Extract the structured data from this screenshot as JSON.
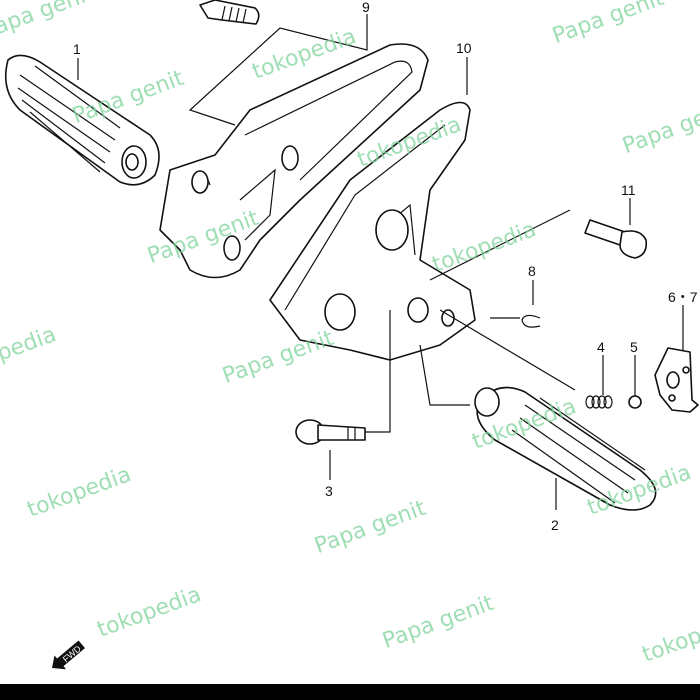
{
  "labels": {
    "p1": "1",
    "p2": "2",
    "p3": "3",
    "p4": "4",
    "p5": "5",
    "p67": "6・7",
    "p8": "8",
    "p9": "9",
    "p10": "10",
    "p11": "11"
  },
  "fwd_label": "FWD",
  "watermarks": {
    "tokopedia": "tokopedia",
    "papa": "Papa genit"
  },
  "colors": {
    "line": "#111111",
    "watermark": "#7fd49b",
    "bar": "#000000"
  }
}
